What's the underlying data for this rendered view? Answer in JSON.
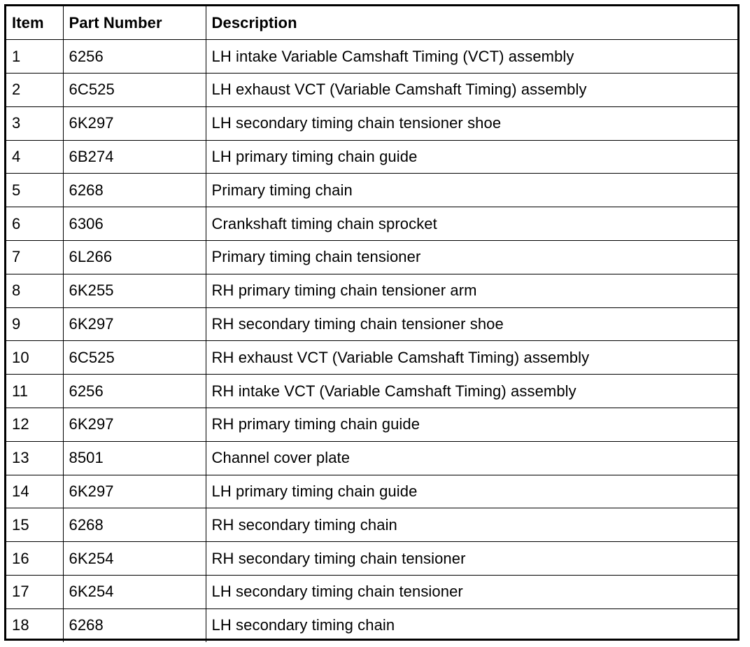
{
  "table": {
    "headers": [
      "Item",
      "Part Number",
      "Description"
    ],
    "rows": [
      [
        "1",
        "6256",
        "LH intake Variable Camshaft Timing (VCT) assembly"
      ],
      [
        "2",
        "6C525",
        "LH exhaust VCT (Variable Camshaft Timing) assembly"
      ],
      [
        "3",
        "6K297",
        "LH secondary timing chain tensioner shoe"
      ],
      [
        "4",
        "6B274",
        "LH primary timing chain guide"
      ],
      [
        "5",
        "6268",
        "Primary timing chain"
      ],
      [
        "6",
        "6306",
        "Crankshaft timing chain sprocket"
      ],
      [
        "7",
        "6L266",
        "Primary timing chain tensioner"
      ],
      [
        "8",
        "6K255",
        "RH primary timing chain tensioner arm"
      ],
      [
        "9",
        "6K297",
        "RH secondary timing chain tensioner shoe"
      ],
      [
        "10",
        "6C525",
        "RH exhaust VCT (Variable Camshaft Timing) assembly"
      ],
      [
        "11",
        "6256",
        "RH intake VCT (Variable Camshaft Timing) assembly"
      ],
      [
        "12",
        "6K297",
        "RH primary timing chain guide"
      ],
      [
        "13",
        "8501",
        "Channel cover plate"
      ],
      [
        "14",
        "6K297",
        "LH primary timing chain guide"
      ],
      [
        "15",
        "6268",
        "RH secondary timing chain"
      ],
      [
        "16",
        "6K254",
        "RH secondary timing chain tensioner"
      ],
      [
        "17",
        "6K254",
        "LH secondary timing chain tensioner"
      ],
      [
        "18",
        "6268",
        "LH secondary timing chain"
      ]
    ]
  }
}
